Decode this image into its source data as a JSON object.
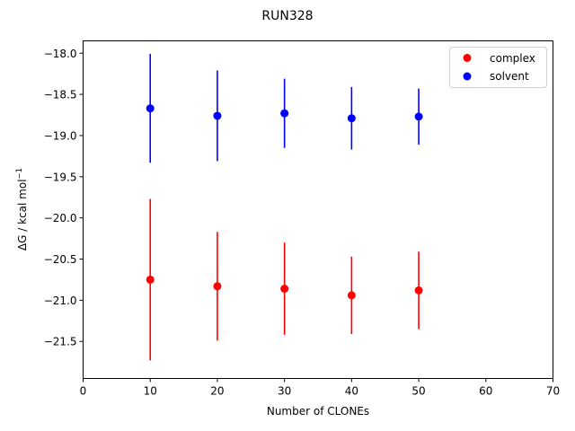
{
  "chart_data": {
    "type": "scatter",
    "title": "RUN328",
    "xlabel": "Number of CLONEs",
    "ylabel_main": "ΔG / kcal mol",
    "ylabel_sup": "−1",
    "xlim": [
      0,
      70
    ],
    "ylim": [
      -21.95,
      -17.85
    ],
    "xticks": [
      0,
      10,
      20,
      30,
      40,
      50,
      60,
      70
    ],
    "xtick_labels": [
      "0",
      "10",
      "20",
      "30",
      "40",
      "50",
      "60",
      "70"
    ],
    "yticks": [
      -18.0,
      -18.5,
      -19.0,
      -19.5,
      -20.0,
      -20.5,
      -21.0,
      -21.5
    ],
    "ytick_labels": [
      "−18.0",
      "−18.5",
      "−19.0",
      "−19.5",
      "−20.0",
      "−20.5",
      "−21.0",
      "−21.5"
    ],
    "grid": false,
    "legend_position": "top-right",
    "series": [
      {
        "name": "complex",
        "color": "#ff0000",
        "x": [
          10,
          20,
          30,
          40,
          50
        ],
        "y": [
          -20.75,
          -20.83,
          -20.86,
          -20.94,
          -20.88
        ],
        "yerr": [
          0.98,
          0.66,
          0.56,
          0.47,
          0.47
        ]
      },
      {
        "name": "solvent",
        "color": "#0000ff",
        "x": [
          10,
          20,
          30,
          40,
          50
        ],
        "y": [
          -18.67,
          -18.76,
          -18.73,
          -18.79,
          -18.77
        ],
        "yerr": [
          0.66,
          0.55,
          0.42,
          0.38,
          0.34
        ]
      }
    ]
  }
}
